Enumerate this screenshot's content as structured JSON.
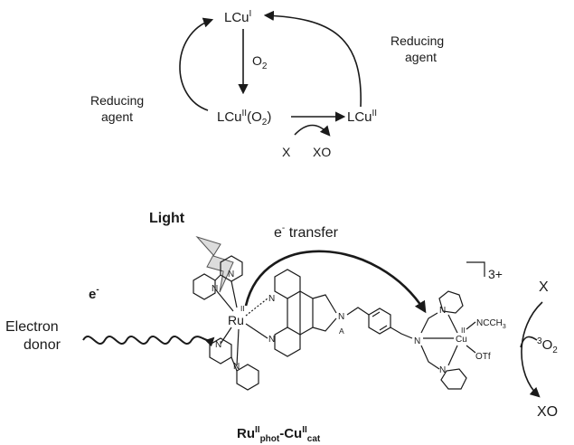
{
  "cycle": {
    "cu1": {
      "base": "LCu",
      "sup": "I"
    },
    "o2": {
      "base": "O",
      "sub": "2"
    },
    "cu2o2": {
      "base": "LCu",
      "sup": "II",
      "tail": "(O",
      "sub": "2",
      "end": ")"
    },
    "cu2": {
      "base": "LCu",
      "sup": "II"
    },
    "reducing_left": [
      "Reducing",
      "agent"
    ],
    "reducing_right": [
      "Reducing",
      "agent"
    ],
    "x": "X",
    "xo": "XO"
  },
  "complex": {
    "light": "Light",
    "transfer": {
      "base": "e",
      "sup": "-",
      "rest": " transfer"
    },
    "electron": {
      "base": "e",
      "sup": "-"
    },
    "donor": [
      "Electron",
      "donor"
    ],
    "charge": "3+",
    "ru": "Ru",
    "ru_ox": "II",
    "cu": "Cu",
    "cu_ox": "II",
    "ncch3": "NCCH",
    "ncch3_sub": "3",
    "otf": "OTf",
    "n": "N",
    "a": "A",
    "x": "X",
    "o2": {
      "sup": "3",
      "base": "O",
      "sub": "2"
    },
    "xo": "XO",
    "name": {
      "a": "Ru",
      "a_sup": "II",
      "a_sub": "phot",
      "dash": "-",
      "b": "Cu",
      "b_sup": "II",
      "b_sub": "cat"
    }
  }
}
